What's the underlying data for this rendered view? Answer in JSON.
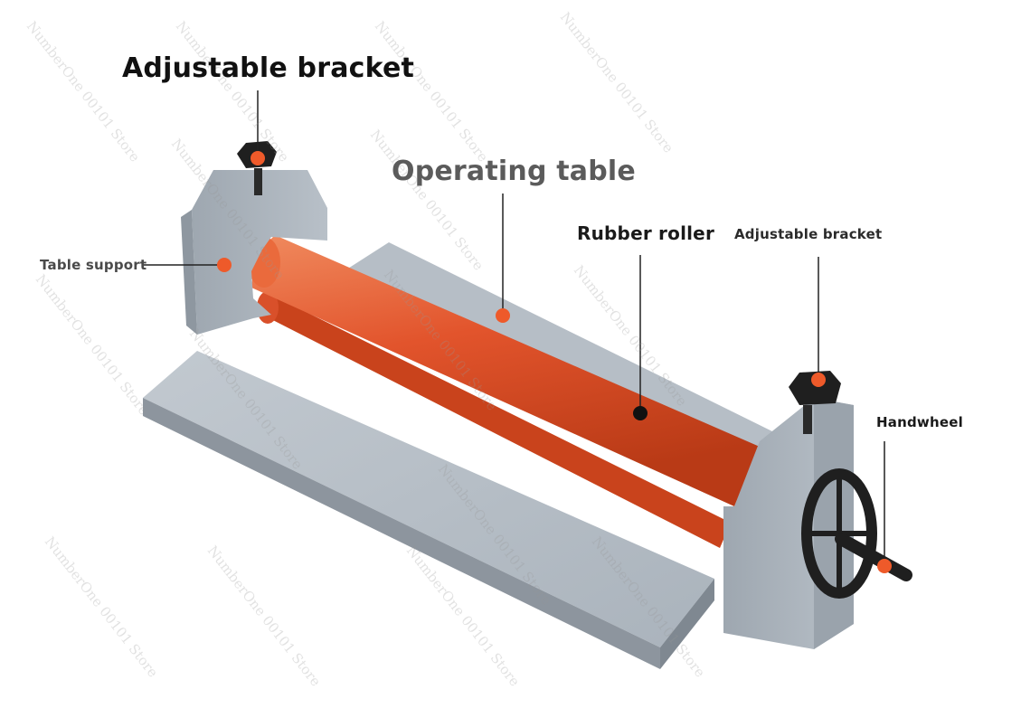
{
  "labels": {
    "top_bracket": "Adjustable bracket",
    "operating_table": "Operating table",
    "rubber_roller": "Rubber roller",
    "right_bracket": "Adjustable bracket",
    "table_support": "Table support",
    "handwheel": "Handwheel"
  },
  "watermark": "NumberOne 00101 Store",
  "colors": {
    "roller": "#e2542c",
    "machine": "#a9b2bb",
    "marker_orange": "#ee5a2a",
    "marker_black": "#111111"
  }
}
